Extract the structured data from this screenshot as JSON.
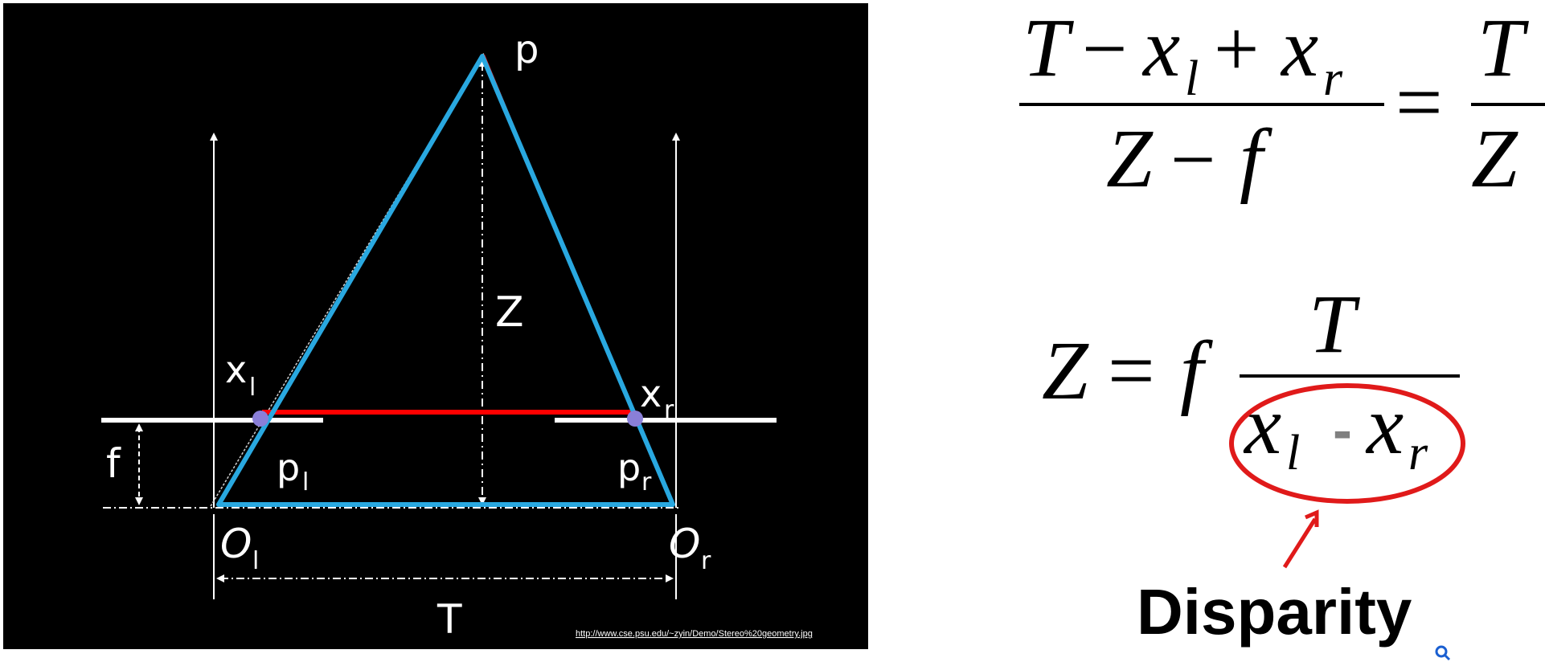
{
  "diagram": {
    "labels": {
      "p": "p",
      "z": "Z",
      "x_left": "x",
      "x_left_sub": "l",
      "x_right": "x",
      "x_right_sub": "r",
      "f": "f",
      "p_left": "p",
      "p_left_sub": "l",
      "p_right": "p",
      "p_right_sub": "r",
      "o_left": "O",
      "o_left_sub": "l",
      "o_right": "O",
      "o_right_sub": "r",
      "t": "T"
    },
    "source_url": "http://www.cse.psu.edu/~zyin/Demo/Stereo%20geometry.jpg",
    "colors": {
      "background": "#000000",
      "triangle": "#29a8e0",
      "disparity_line": "#ff0000",
      "guides": "#ffffff",
      "points": "#8a7fd8"
    }
  },
  "formula1": {
    "num_T": "T",
    "minus": "−",
    "x1": "x",
    "x1_sub": "l",
    "plus": "+",
    "x2": "x",
    "x2_sub": "r",
    "den_Z": "Z",
    "den_minus": "−",
    "den_f": "f",
    "equals": "=",
    "rhs_num": "T",
    "rhs_den": "Z"
  },
  "formula2": {
    "lhs": "Z",
    "equals": "=",
    "f": "f",
    "num": "T",
    "den_x1": "x",
    "den_x1_sub": "l",
    "den_dash": "-",
    "den_x2": "x",
    "den_x2_sub": "r"
  },
  "annotation": {
    "label": "Disparity",
    "highlight_color": "#e01a1a"
  },
  "icons": {
    "zoom": "search-icon"
  }
}
